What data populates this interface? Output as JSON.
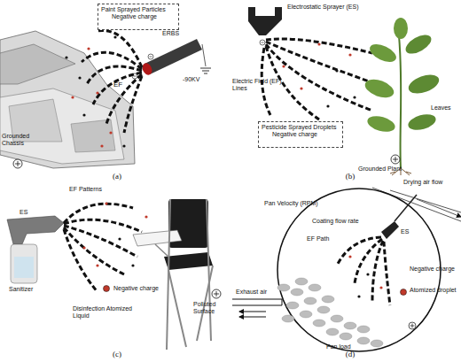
{
  "diagram": {
    "nodes": [
      {
        "text": [
          "Paint Sprayed Particles",
          "Negative charge"
        ]
      },
      {
        "text": [
          "Pesticide Sprayed Droplets",
          "Negative charge"
        ]
      }
    ],
    "labels": [
      "ERBS",
      "-90KV",
      "EF",
      "Grounded Chassis",
      "(a)",
      "Electrostatic Sprayer (ES)",
      "Electric Field (EF) Lines",
      "Leaves",
      "Grounded Plant",
      "(b)",
      "EF Patterns",
      "ES",
      "Sanitizer",
      "Disinfection Atomized Liquid",
      "Negative charge",
      "Polluted Surface",
      "(c)",
      "Drying air flow",
      "Pan Velocity (RPM)",
      "Coating flow rate",
      "EF Path",
      "ES",
      "Negative charge",
      "Atomized droplet",
      "Exhaust air",
      "Pan load",
      "(d)"
    ]
  }
}
